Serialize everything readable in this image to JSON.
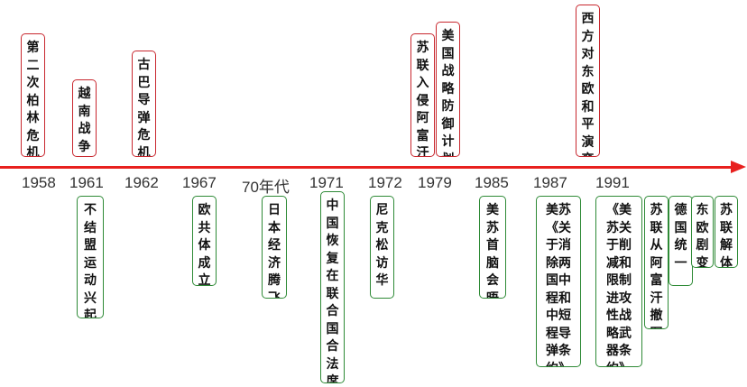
{
  "years": [
    "1958",
    "1961",
    "1962",
    "1967",
    "70年代",
    "1971",
    "1972",
    "1979",
    "1985",
    "1987",
    "1991"
  ],
  "above_events": [
    {
      "label": "第二次柏林危机",
      "color": "#c8272e"
    },
    {
      "label": "越南战争",
      "color": "#c8272e"
    },
    {
      "label": "古巴导弹危机",
      "color": "#c8272e"
    },
    {
      "label": "苏联入侵阿富汗",
      "color": "#c8272e"
    },
    {
      "label": "美国战略防御计划",
      "color": "#c8272e"
    },
    {
      "label": "西方对东欧和平演变",
      "color": "#c8272e"
    }
  ],
  "below_events": [
    {
      "label": "不结盟运动兴起",
      "color": "#2e8a36"
    },
    {
      "label": "欧共体成立",
      "color": "#2e8a36"
    },
    {
      "label": "日本经济腾飞",
      "color": "#2e8a36"
    },
    {
      "label": "中国恢复在联合国合法席位",
      "color": "#2e8a36"
    },
    {
      "label": "尼克松访华",
      "color": "#2e8a36"
    },
    {
      "label": "美苏首脑会晤",
      "color": "#2e8a36"
    },
    {
      "label": "美苏《关于消除两国中程和中短程导弹条约》",
      "color": "#2e8a36"
    },
    {
      "label": "《美苏关于削减和限制进攻性战略武器条约》",
      "color": "#2e8a36"
    },
    {
      "label": "苏联从阿富汗撤军",
      "color": "#2e8a36"
    },
    {
      "label": "德国统一",
      "color": "#2e8a36"
    },
    {
      "label": "东欧剧变",
      "color": "#2e8a36"
    },
    {
      "label": "苏联解体",
      "color": "#2e8a36"
    }
  ],
  "axis_color": "#e8201e"
}
